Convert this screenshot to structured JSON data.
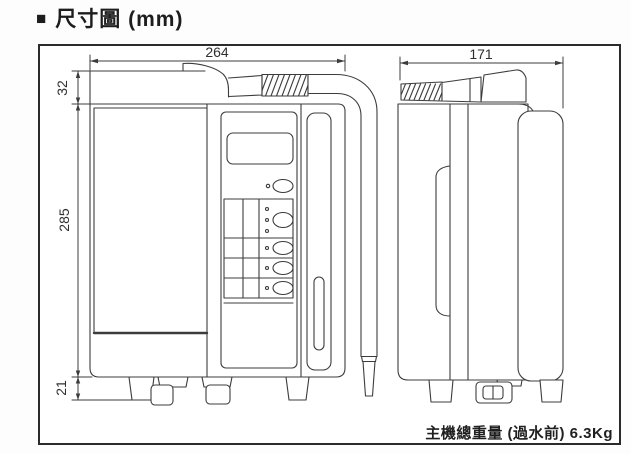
{
  "title": {
    "marker": "■",
    "text": "尺寸圖 (mm)"
  },
  "dims": {
    "front_width": "264",
    "front_lid_height": "32",
    "front_body_height": "285",
    "front_foot_height": "21",
    "side_depth": "171"
  },
  "footer": {
    "weight_note": "主機總重量 (過水前) 6.3Kg"
  },
  "colors": {
    "line": "#3c3c3c",
    "border": "#2b2b2b",
    "background": "#ffffff"
  }
}
